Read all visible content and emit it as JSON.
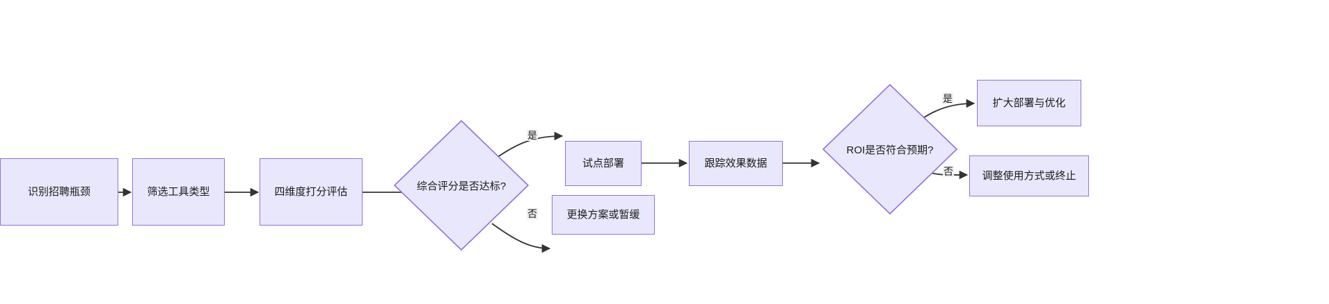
{
  "diagram": {
    "type": "flowchart",
    "direction": "left-to-right",
    "theme": {
      "node_fill": "#e9e7fb",
      "node_border": "#9370db",
      "edge_color": "#333333",
      "text_color": "#1b1b1b",
      "label_background": "#f0f0f0",
      "canvas_background": "#ffffff"
    },
    "nodes": [
      {
        "id": "n1",
        "label": "识别招聘瓶颈",
        "shape": "rect"
      },
      {
        "id": "n2",
        "label": "筛选工具类型",
        "shape": "rect"
      },
      {
        "id": "n3",
        "label": "四维度打分评估",
        "shape": "rect"
      },
      {
        "id": "d1",
        "label": "综合评分是否达标?",
        "shape": "diamond"
      },
      {
        "id": "n4",
        "label": "试点部署",
        "shape": "rect"
      },
      {
        "id": "n5",
        "label": "更换方案或暂缓",
        "shape": "rect"
      },
      {
        "id": "n6",
        "label": "跟踪效果数据",
        "shape": "rect"
      },
      {
        "id": "d2",
        "label": "ROI是否符合预期?",
        "shape": "diamond"
      },
      {
        "id": "n7",
        "label": "扩大部署与优化",
        "shape": "rect"
      },
      {
        "id": "n8",
        "label": "调整使用方式或终止",
        "shape": "rect"
      }
    ],
    "edges": [
      {
        "from": "n1",
        "to": "n2",
        "label": ""
      },
      {
        "from": "n2",
        "to": "n3",
        "label": ""
      },
      {
        "from": "n3",
        "to": "d1",
        "label": ""
      },
      {
        "from": "d1",
        "to": "n4",
        "label": "是"
      },
      {
        "from": "d1",
        "to": "n5",
        "label": "否"
      },
      {
        "from": "n4",
        "to": "n6",
        "label": ""
      },
      {
        "from": "n6",
        "to": "d2",
        "label": ""
      },
      {
        "from": "d2",
        "to": "n7",
        "label": "是"
      },
      {
        "from": "d2",
        "to": "n8",
        "label": "否"
      }
    ],
    "edge_labels": {
      "d1_yes": "是",
      "d1_no": "否",
      "d2_yes": "是",
      "d2_no": "否"
    }
  }
}
